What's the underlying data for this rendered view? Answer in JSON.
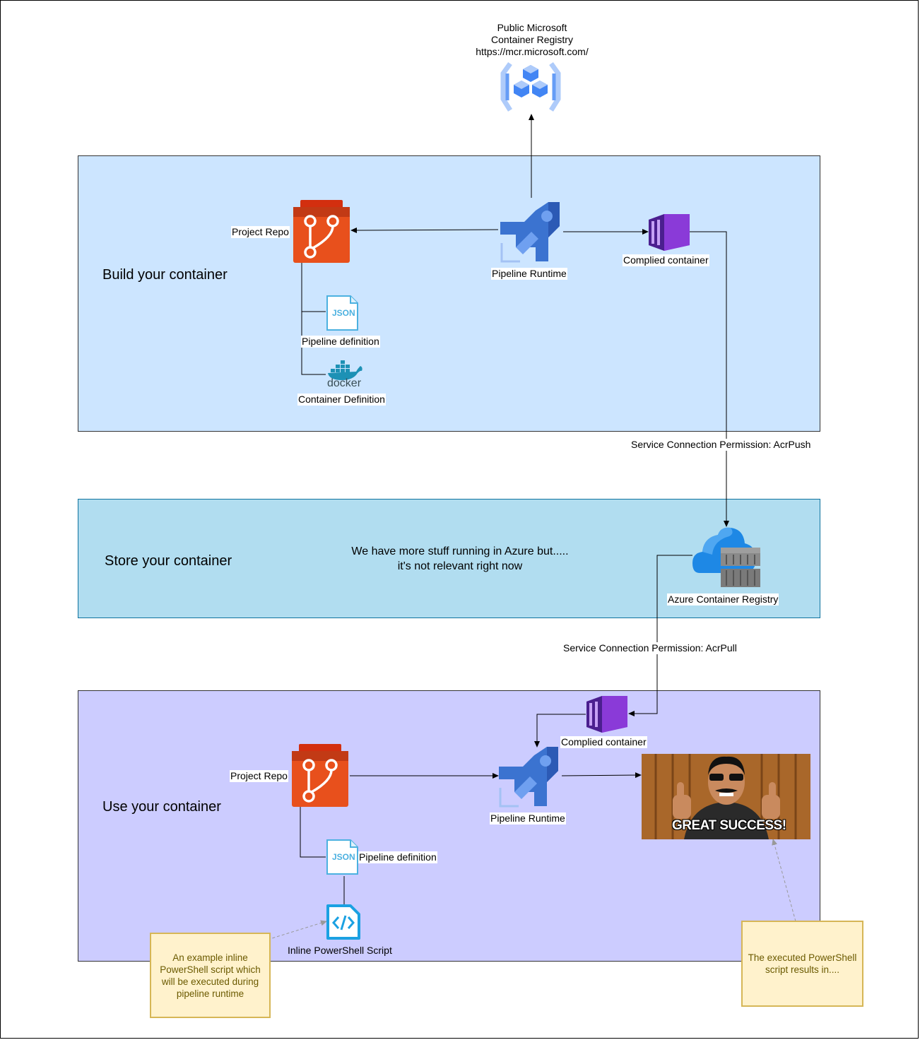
{
  "registry": {
    "line1": "Public Microsoft",
    "line2": "Container Registry",
    "line3": "https://mcr.microsoft.com/"
  },
  "build": {
    "title": "Build your container",
    "repo_label": "Project Repo",
    "pipeline_label": "Pipeline Runtime",
    "container_label": "Complied container",
    "pipeline_def_label": "Pipeline definition",
    "container_def_label": "Container Definition",
    "json_text": "JSON",
    "docker_text": "docker"
  },
  "push_label": "Service Connection Permission: AcrPush",
  "store": {
    "title": "Store your container",
    "note_line1": "We have more stuff running in Azure but.....",
    "note_line2": "it's not relevant right now",
    "acr_label": "Azure Container Registry"
  },
  "pull_label": "Service Connection Permission: AcrPull",
  "use": {
    "title": "Use your container",
    "repo_label": "Project Repo",
    "pipeline_label": "Pipeline Runtime",
    "container_label": "Complied container",
    "pipeline_def_label": "Pipeline definition",
    "script_label": "Inline PowerShell Script",
    "json_text": "JSON",
    "meme_caption": "GREAT SUCCESS!"
  },
  "notes": {
    "left": "An example inline PowerShell script which will be executed during pipeline runtime",
    "right": "The executed PowerShell script results in...."
  },
  "colors": {
    "build_bg": "#cce5ff",
    "store_bg": "#b1ddf0",
    "use_bg": "#ccccff",
    "repo_orange": "#e8501c",
    "pipeline_blue": "#3b73d0",
    "container_purple": "#7a3fc4",
    "note_fill": "#fff2cc",
    "note_border": "#d6b656"
  }
}
